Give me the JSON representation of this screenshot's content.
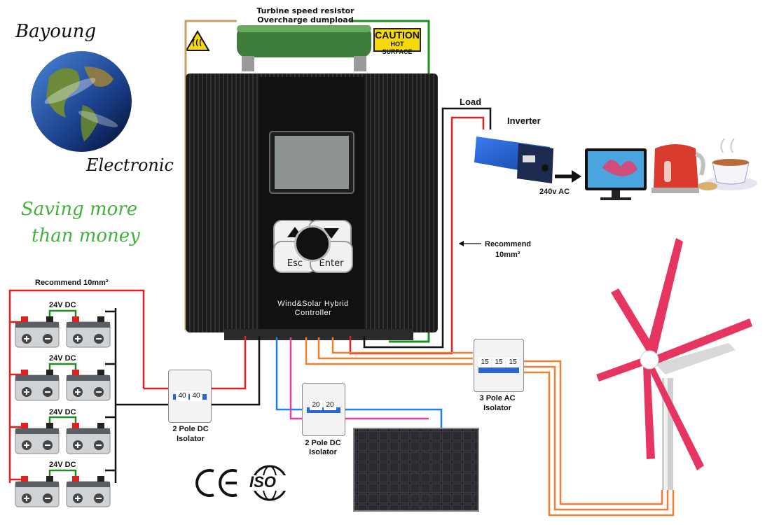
{
  "brand": {
    "top": "Bayoung",
    "bottom": "Electronic"
  },
  "slogan": {
    "line1": "Saving more",
    "line2": "than money"
  },
  "resistor": {
    "line1": "Turbine speed resistor",
    "line2": "Overcharge dumpload"
  },
  "caution": {
    "title": "CAUTION",
    "subtitle": "HOT SURFACE"
  },
  "controller": {
    "line1": "Wind&Solar Hybrid",
    "line2": "Controller",
    "btn_esc": "Esc",
    "btn_enter": "Enter"
  },
  "load_label": "Load",
  "inverter_label": "Inverter",
  "ac_label": "240v AC",
  "recommend_right": {
    "line1": "Recommend",
    "line2": "10mm²"
  },
  "recommend_left": "Recommend  10mm²",
  "battery_voltage_labels": [
    "24V DC",
    "24V DC",
    "24V DC",
    "24V DC"
  ],
  "isolators": {
    "battery": {
      "rating": [
        "40",
        "40"
      ],
      "line1": "2 Pole DC",
      "line2": "Isolator"
    },
    "solar": {
      "rating": [
        "20",
        "20"
      ],
      "line1": "2 Pole DC",
      "line2": "Isolator"
    },
    "wind": {
      "rating": [
        "15",
        "15",
        "15"
      ],
      "line1": "3 Pole AC",
      "line2": "Isolator"
    }
  },
  "certifications": {
    "ce": "CE",
    "iso": "ISO"
  },
  "colors": {
    "positive": "#e02020",
    "negative": "#111111",
    "pe_wire": "#c8a060",
    "green_wire": "#1f8f1f",
    "ac_wire": "#f08030",
    "solar_pos": "#e040a0",
    "solar_neg": "#2080e0",
    "blade": "#e63560"
  }
}
